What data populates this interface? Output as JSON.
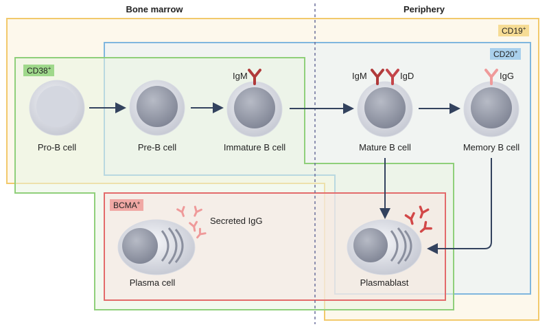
{
  "headers": {
    "left": "Bone marrow",
    "right": "Periphery"
  },
  "markers": {
    "cd19": {
      "label": "CD19",
      "sup": "+",
      "color": "#f2c96b"
    },
    "cd20": {
      "label": "CD20",
      "sup": "+",
      "color": "#7fb6de"
    },
    "cd38": {
      "label": "CD38",
      "sup": "+",
      "color": "#8fcf7a"
    },
    "bcma": {
      "label": "BCMA",
      "sup": "+",
      "color": "#e36a6a"
    }
  },
  "cells": {
    "pro_b": "Pro-B cell",
    "pre_b": "Pre-B cell",
    "immature_b": "Immature B cell",
    "mature_b": "Mature B cell",
    "memory_b": "Memory B cell",
    "plasma_cell": "Plasma cell",
    "plasmablast": "Plasmablast"
  },
  "antibodies": {
    "igm_immature": "IgM",
    "igm_mature": "IgM",
    "igd_mature": "IgD",
    "igg_memory": "IgG",
    "secreted": "Secreted IgG"
  },
  "colors": {
    "arrow": "#33425e",
    "igm": "#b03a3a",
    "igg": "#ef9a9a",
    "cell_fill": "#c9ccd6",
    "nucleus": "#8a8f9e"
  }
}
